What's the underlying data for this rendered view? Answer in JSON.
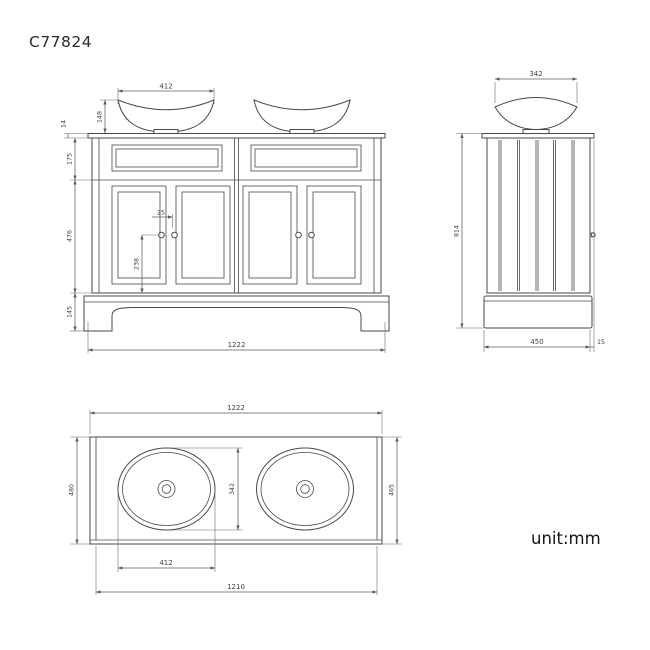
{
  "title": "C77824",
  "unit_label": "unit:mm",
  "front_view": {
    "basin_width": "412",
    "basin_height": "148",
    "worktop_thickness": "14",
    "drawer_height": "175",
    "door_height": "476",
    "plinth_height": "145",
    "knob_offset": "25",
    "knob_to_bottom": "238",
    "overall_width": "1222"
  },
  "side_view": {
    "basin_depth": "342",
    "overall_height": "814",
    "cabinet_depth": "450",
    "worktop_overhang": "15"
  },
  "top_view": {
    "overall_width": "1222",
    "depth_left": "480",
    "depth_right": "465",
    "basin_depth": "342",
    "basin_width": "412",
    "cabinet_width": "1210"
  },
  "colors": {
    "line": "#4a4a4a",
    "dimension_line": "#5d5d5d",
    "text": "#3f3f3f",
    "background": "#ffffff"
  }
}
